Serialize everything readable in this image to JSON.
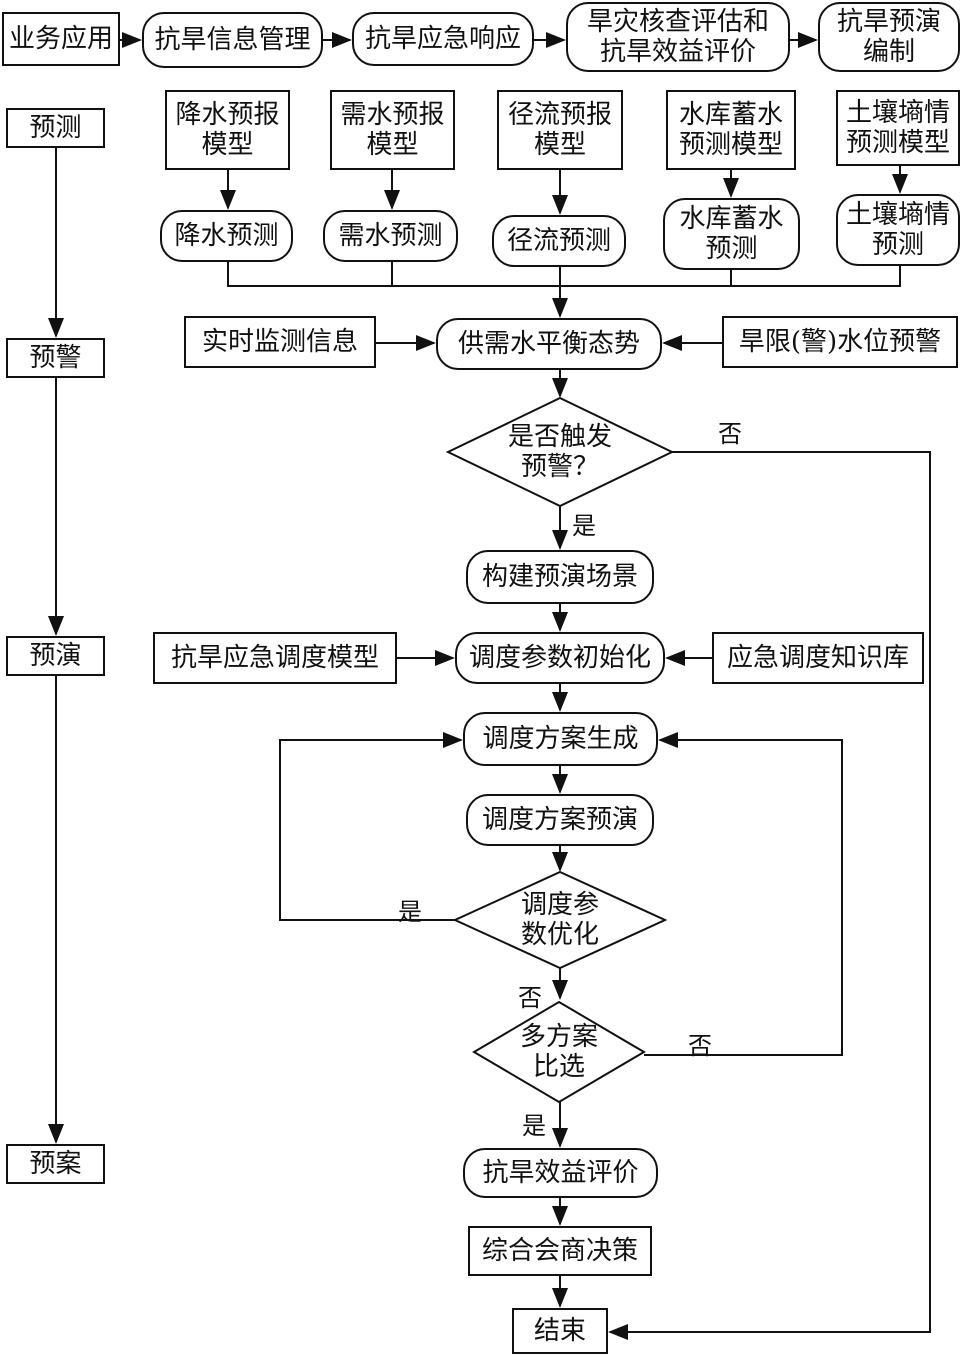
{
  "top": [
    "业务应用",
    "抗旱信息管理",
    "抗旱应急响应",
    "旱灾核查评估和\n抗旱效益评价",
    "抗旱预演\n编制"
  ],
  "stages": [
    "预测",
    "预警",
    "预演",
    "预案"
  ],
  "models": [
    "降水预报\n模型",
    "需水预报\n模型",
    "径流预报\n模型",
    "水库蓄水\n预测模型",
    "土壤墒情\n预测模型"
  ],
  "forecasts": [
    "降水预测",
    "需水预测",
    "径流预测",
    "水库蓄水\n预测",
    "土壤墒情\n预测"
  ],
  "realtime": "实时监测信息",
  "balance": "供需水平衡态势",
  "warning_level": "旱限(警)水位预警",
  "trigger": "是否触发\n预警？",
  "build_scene": "构建预演场景",
  "dispatch_model": "抗旱应急调度模型",
  "init_params": "调度参数初始化",
  "knowledge": "应急调度知识库",
  "gen_plan": "调度方案生成",
  "rehearse_plan": "调度方案预演",
  "optimize": "调度参\n数优化",
  "compare": "多方案\n比选",
  "benefit": "抗旱效益评价",
  "decision": "综合会商决策",
  "end": "结束",
  "labels": {
    "yes": "是",
    "no": "否"
  }
}
